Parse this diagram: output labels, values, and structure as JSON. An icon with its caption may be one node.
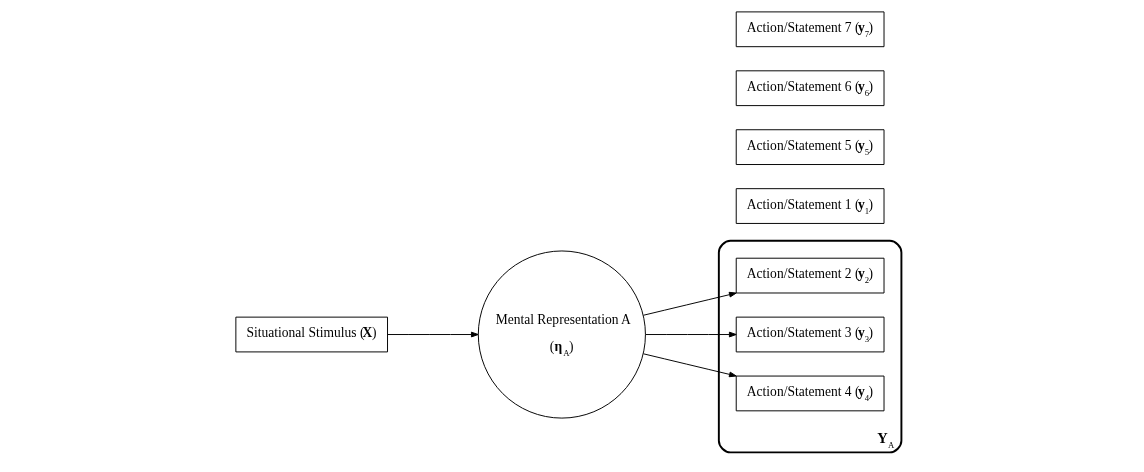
{
  "diagram": {
    "nodes": [
      {
        "text": [
          "Situational Stimulus (**X**)"
        ]
      },
      {
        "text": [
          "Mental Representation A",
          "(**η**$_{A}$)"
        ]
      },
      {
        "text": [
          "Action/Statement 1 (**y**$_{1}$)"
        ]
      },
      {
        "text": [
          "**Y**$_{A}$"
        ]
      },
      {
        "text": [
          "Action/Statement 2 (**y**$_{2}$)"
        ],
        "in": 3
      },
      {
        "text": [
          "Action/Statement 3 (**y**$_{3}$)"
        ],
        "in": 3
      },
      {
        "text": [
          "Action/Statement 4 (**y**$_{4}$)"
        ],
        "in": 3
      },
      {
        "text": [
          "Action/Statement 5 (**y**$_{5}$)"
        ]
      },
      {
        "text": [
          "Action/Statement 6 (**y**$_{6}$)"
        ]
      },
      {
        "text": [
          "Action/Statement 7 (**y**$_{7}$)"
        ]
      }
    ],
    "edges": [
      {
        "from": 0,
        "to": 1,
        "arrow": "to"
      },
      {
        "from": 1,
        "to": 4,
        "arrow": "to"
      },
      {
        "from": 1,
        "to": 5,
        "arrow": "to"
      },
      {
        "from": 1,
        "to": 6,
        "arrow": "to"
      }
    ]
  }
}
